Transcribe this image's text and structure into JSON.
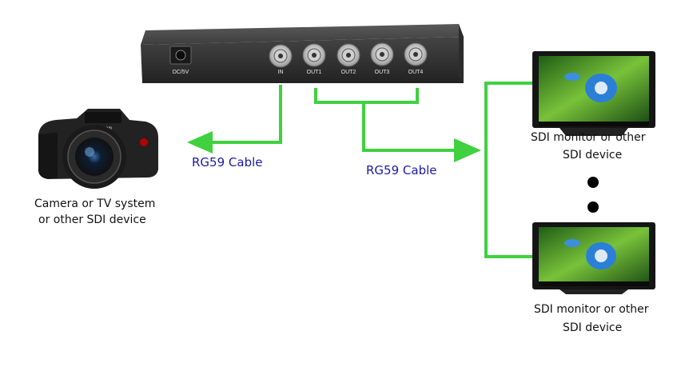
{
  "splitter": {
    "power_label": "DC/5V",
    "ports": [
      "IN",
      "OUT1",
      "OUT2",
      "OUT3",
      "OUT4"
    ]
  },
  "camera": {
    "brand": "Canon",
    "line1": "Camera or TV system",
    "line2": "or other SDI device"
  },
  "cables": {
    "left": "RG59 Cable",
    "right": "RG59 Cable"
  },
  "monitor_top": {
    "line1": "SDI monitor or other",
    "line2": "SDI device"
  },
  "monitor_bottom": {
    "line1": "SDI monitor or other",
    "line2": "SDI device"
  },
  "colors": {
    "cable_green": "#3fd13f",
    "label_blue": "#1a1aa6",
    "device_body": "#3a3a3a"
  }
}
